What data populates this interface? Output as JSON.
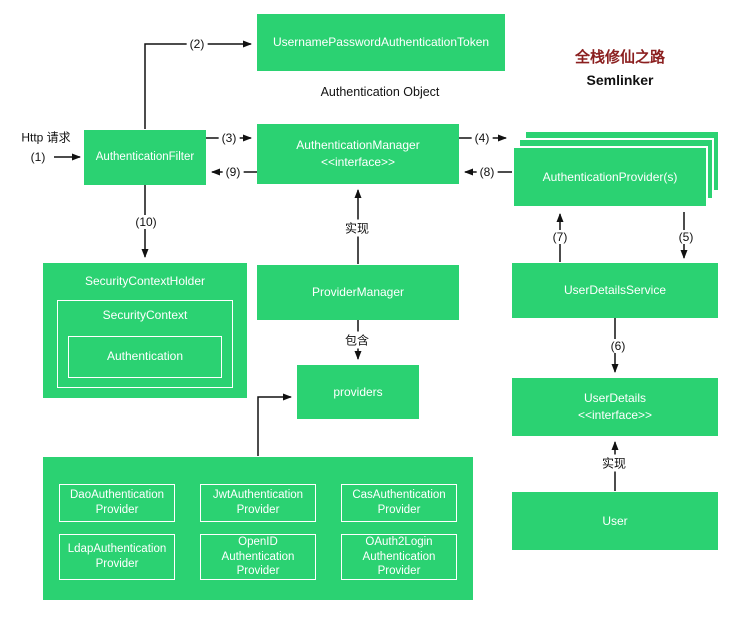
{
  "colors": {
    "box_green": "#2bd272",
    "line_black": "#111111",
    "title_red": "#8b1f1f"
  },
  "title": {
    "line1": "全栈修仙之路",
    "line2": "Semlinker"
  },
  "annotations": {
    "http_request": "Http 请求",
    "authentication_object": "Authentication Object",
    "implements_top": "实现",
    "contains": "包含",
    "implements_bottom": "实现"
  },
  "steps": {
    "s1": "(1)",
    "s2": "(2)",
    "s3": "(3)",
    "s4": "(4)",
    "s5": "(5)",
    "s6": "(6)",
    "s7": "(7)",
    "s8": "(8)",
    "s9": "(9)",
    "s10": "(10)"
  },
  "nodes": {
    "token": {
      "label": "UsernamePasswordAuthenticationToken"
    },
    "filter": {
      "label": "AuthenticationFilter"
    },
    "manager": {
      "label": "AuthenticationManager",
      "stereotype": "<<interface>>"
    },
    "provider_stack": {
      "label": "AuthenticationProvider(s)"
    },
    "security_context_holder": {
      "label": "SecurityContextHolder"
    },
    "security_context": {
      "label": "SecurityContext"
    },
    "authentication": {
      "label": "Authentication"
    },
    "provider_manager": {
      "label": "ProviderManager"
    },
    "providers": {
      "label": "providers"
    },
    "user_details_service": {
      "label": "UserDetailsService"
    },
    "user_details": {
      "label": "UserDetails",
      "stereotype": "<<interface>>"
    },
    "user": {
      "label": "User"
    }
  },
  "provider_implementations": [
    "DaoAuthentication\nProvider",
    "JwtAuthentication\nProvider",
    "CasAuthentication\nProvider",
    "LdapAuthentication\nProvider",
    "OpenID\nAuthentication\nProvider",
    "OAuth2Login\nAuthentication\nProvider"
  ]
}
